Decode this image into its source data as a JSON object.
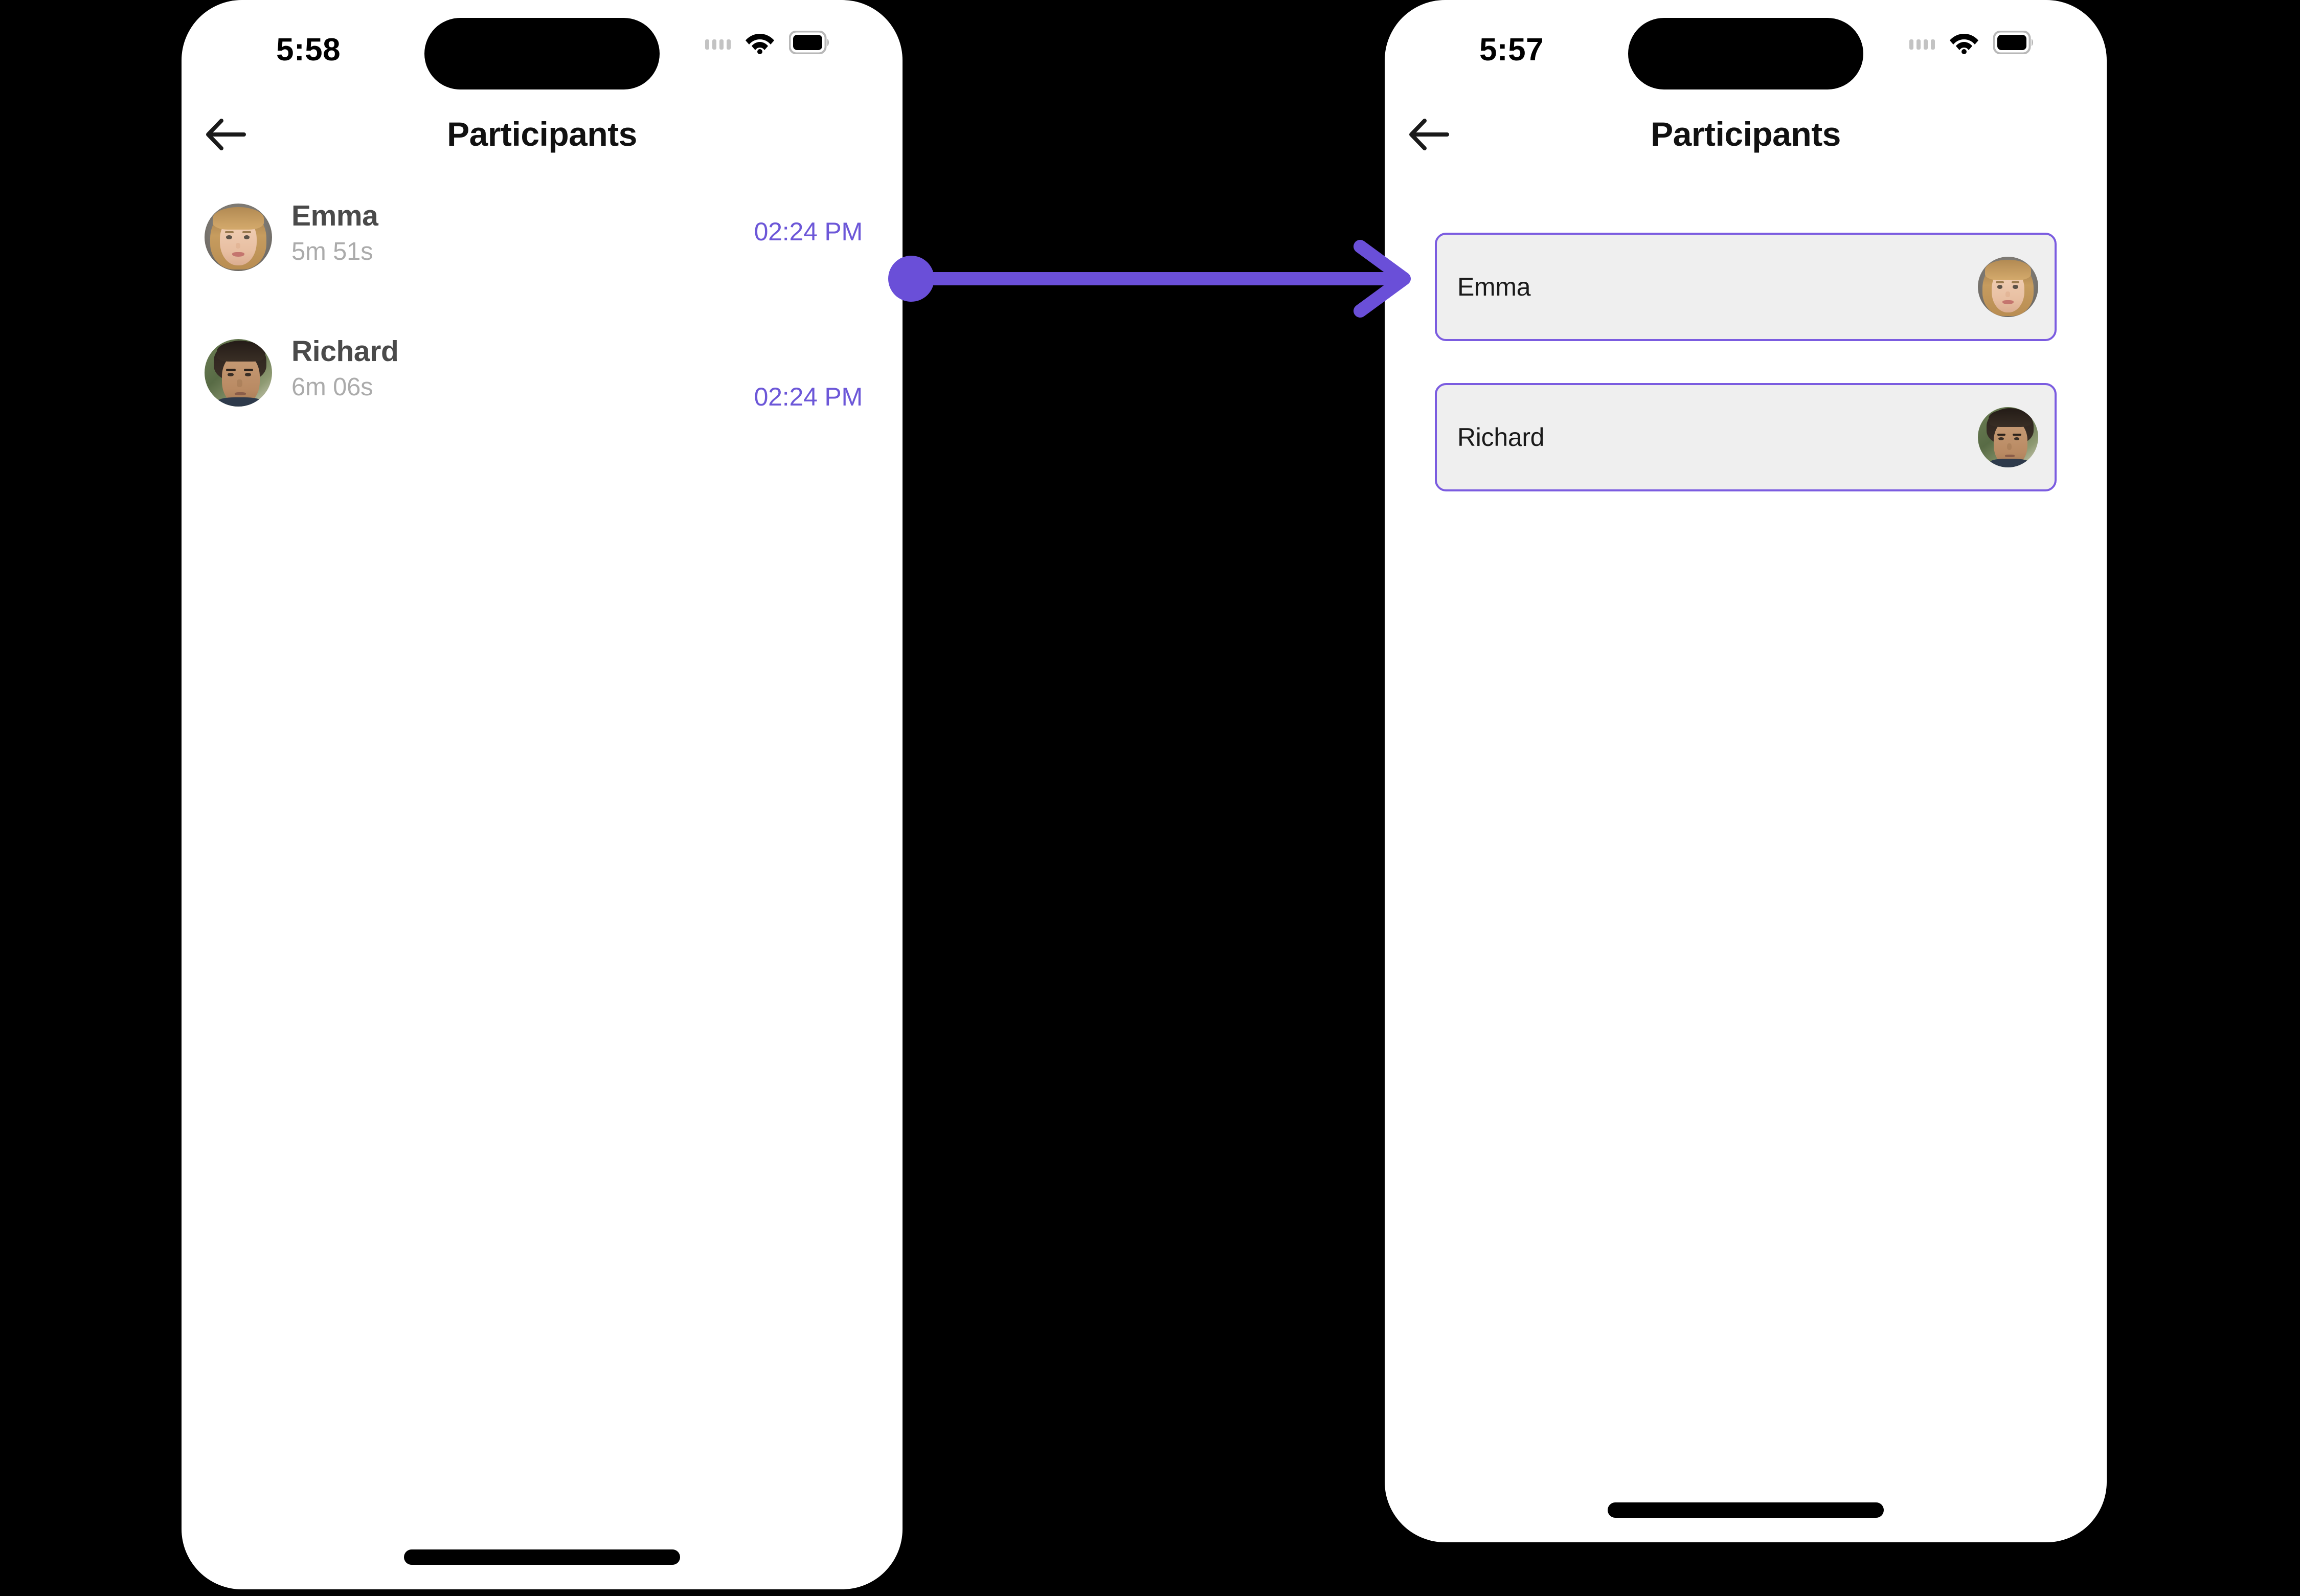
{
  "theme": {
    "accent_purple": "#6C57D8",
    "card_border_purple": "#7B5CE0",
    "card_background": "#EFEFEF",
    "name_gray": "#4A4A4A",
    "duration_gray": "#ABABAB",
    "page_background": "#000000",
    "screen_background": "#FFFFFF"
  },
  "screens": {
    "before": {
      "status_bar": {
        "time": "5:58",
        "cellular_icon": "cellular-dots-icon",
        "wifi_icon": "wifi-icon",
        "battery_icon": "battery-icon"
      },
      "nav": {
        "back_icon": "back-arrow-icon",
        "title": "Participants"
      },
      "participants": [
        {
          "name": "Emma",
          "duration": "5m 51s",
          "time": "02:24 PM",
          "avatar": "avatar-emma"
        },
        {
          "name": "Richard",
          "duration": "6m 06s",
          "time": "02:24 PM",
          "avatar": "avatar-richard"
        }
      ]
    },
    "after": {
      "status_bar": {
        "time": "5:57",
        "cellular_icon": "cellular-dots-icon",
        "wifi_icon": "wifi-icon",
        "battery_icon": "battery-icon"
      },
      "nav": {
        "back_icon": "back-arrow-icon",
        "title": "Participants"
      },
      "participants": [
        {
          "name": "Emma",
          "avatar": "avatar-emma"
        },
        {
          "name": "Richard",
          "avatar": "avatar-richard"
        }
      ]
    }
  },
  "annotation": {
    "type": "arrow",
    "icon": "right-arrow-annotation-icon",
    "color": "#6A4FD8",
    "origin_dot": true
  }
}
